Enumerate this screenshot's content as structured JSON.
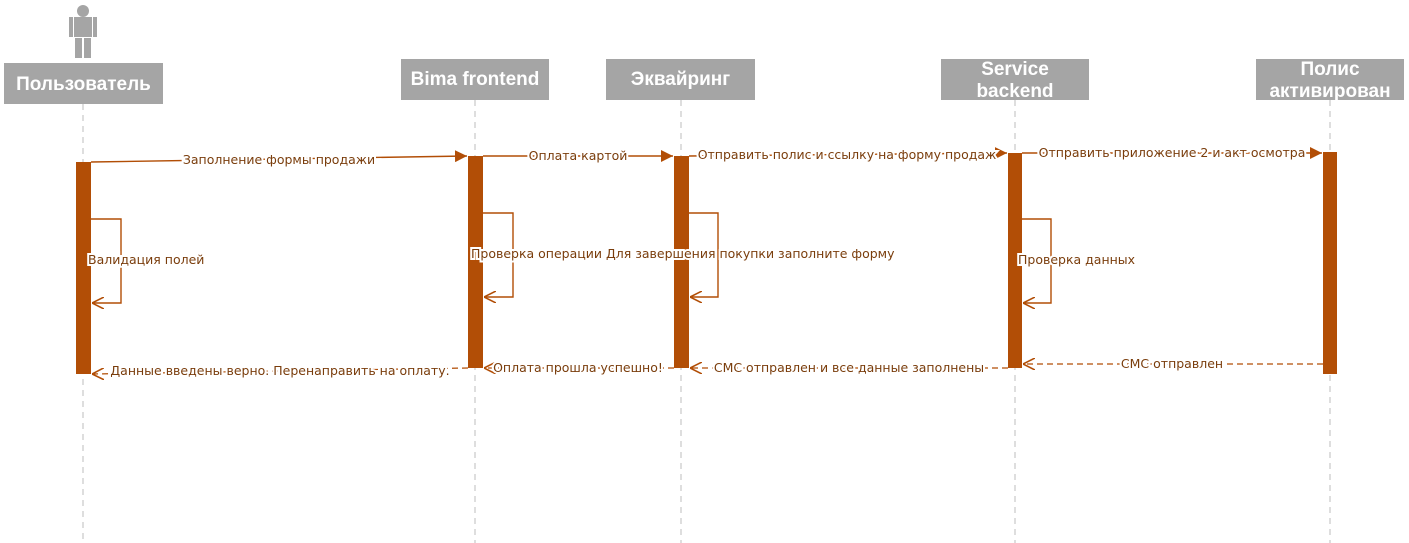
{
  "colors": {
    "header_fill": "#a5a5a5",
    "header_text": "#ffffff",
    "activation": "#b24e06",
    "message": "#b24e06",
    "label": "#7a3d0c",
    "lifeline": "#bdbdbd"
  },
  "actors": [
    {
      "id": "user",
      "lines": [
        "Пользователь"
      ],
      "icon": "person-icon"
    },
    {
      "id": "frontend",
      "lines": [
        "Bima frontend"
      ]
    },
    {
      "id": "acquiring",
      "lines": [
        "Эквайринг"
      ]
    },
    {
      "id": "backend",
      "lines": [
        "Service",
        "backend"
      ]
    },
    {
      "id": "policy",
      "lines": [
        "Полис",
        "активирован"
      ]
    }
  ],
  "messages": [
    {
      "id": "fill-sale-form",
      "from": "user",
      "to": "frontend",
      "kind": "sync",
      "label": "Заполнение формы продажи"
    },
    {
      "id": "card-payment",
      "from": "frontend",
      "to": "acquiring",
      "kind": "sync",
      "label": "Оплата картой"
    },
    {
      "id": "send-policy-link",
      "from": "acquiring",
      "to": "backend",
      "kind": "sync",
      "label": "Отправить полис и ссылку на форму продаж"
    },
    {
      "id": "send-appendix",
      "from": "backend",
      "to": "policy",
      "kind": "sync",
      "label": "Отправить приложение 2 и акт осмотра"
    },
    {
      "id": "field-validation",
      "from": "user",
      "to": "user",
      "kind": "self",
      "label": "Валидация полей"
    },
    {
      "id": "operation-check",
      "from": "frontend",
      "to": "frontend",
      "kind": "self",
      "label": "Проверка операции"
    },
    {
      "id": "complete-purchase",
      "from": "acquiring",
      "to": "acquiring",
      "kind": "self",
      "label": "Для завершения покупки заполните форму"
    },
    {
      "id": "data-check",
      "from": "backend",
      "to": "backend",
      "kind": "self",
      "label": "Проверка данных"
    },
    {
      "id": "sms-sent",
      "from": "policy",
      "to": "backend",
      "kind": "reply",
      "label": "СМС отправлен"
    },
    {
      "id": "sms-and-data",
      "from": "backend",
      "to": "acquiring",
      "kind": "reply",
      "label": "СМС отправлен и все данные заполнены"
    },
    {
      "id": "payment-success",
      "from": "acquiring",
      "to": "frontend",
      "kind": "reply",
      "label": "Оплата прошла успешно!"
    },
    {
      "id": "data-correct",
      "from": "frontend",
      "to": "user",
      "kind": "reply",
      "label": "Данные введены верно. Перенаправить на оплату."
    }
  ]
}
